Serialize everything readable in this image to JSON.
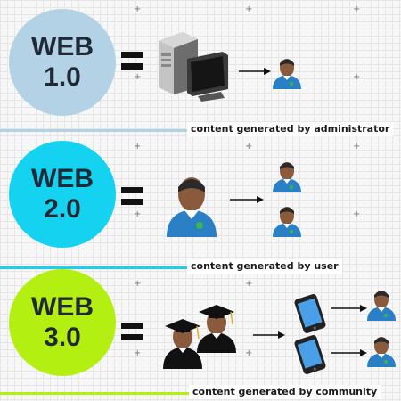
{
  "rows": [
    {
      "circle_line1": "WEB",
      "circle_line2": "1.0",
      "circle_color": "#b4d2e6",
      "caption": "content generated by administrator",
      "line_color": "#b4d2e6"
    },
    {
      "circle_line1": "WEB",
      "circle_line2": "2.0",
      "circle_color": "#14d2f0",
      "caption": "content generated by user",
      "line_color": "#14d2f0"
    },
    {
      "circle_line1": "WEB",
      "circle_line2": "3.0",
      "circle_color": "#b4ef12",
      "caption": "content generated by community",
      "line_color": "#b4ef12"
    }
  ],
  "icons": [
    "server-icon",
    "monitor-icon",
    "user-icon",
    "graduate-icon",
    "smartphone-icon",
    "arrow-icon",
    "equals-icon"
  ]
}
